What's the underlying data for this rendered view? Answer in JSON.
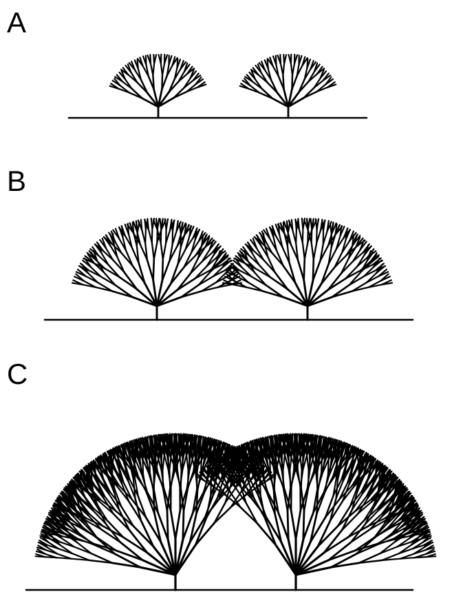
{
  "panels": [
    {
      "label": "A",
      "trees": 2,
      "depth": 4
    },
    {
      "label": "B",
      "trees": 2,
      "depth": 5
    },
    {
      "label": "C",
      "trees": 2,
      "depth": 7
    }
  ],
  "colors": {
    "stroke": "#000000",
    "background": "#ffffff"
  }
}
